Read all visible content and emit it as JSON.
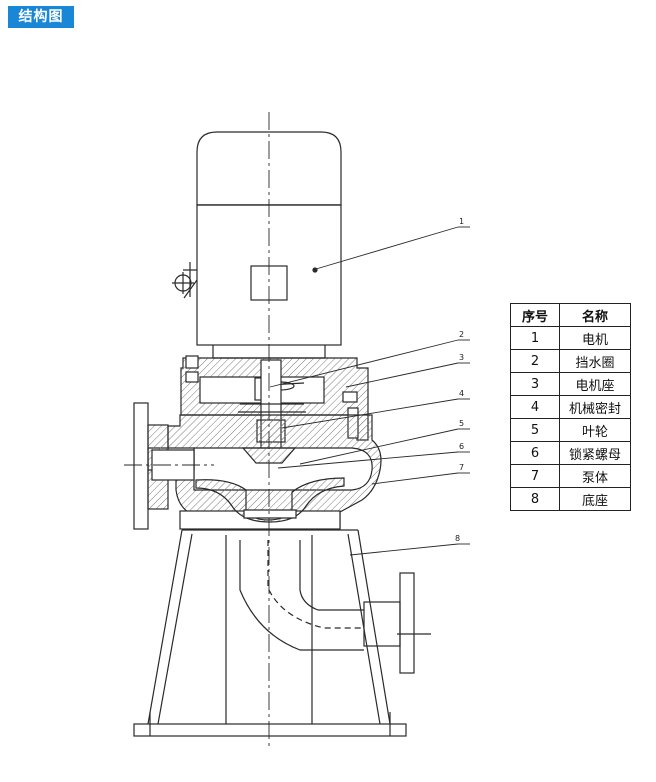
{
  "header": {
    "title": "结构图"
  },
  "colors": {
    "accent": "#1a86d6",
    "line": "#2a2a2a",
    "hatch": "#888888"
  },
  "callouts": [
    "1",
    "2",
    "3",
    "4",
    "5",
    "6",
    "7",
    "8"
  ],
  "parts_table": {
    "headers": [
      "序号",
      "名称"
    ],
    "rows": [
      [
        "1",
        "电机"
      ],
      [
        "2",
        "挡水圈"
      ],
      [
        "3",
        "电机座"
      ],
      [
        "4",
        "机械密封"
      ],
      [
        "5",
        "叶轮"
      ],
      [
        "6",
        "锁紧螺母"
      ],
      [
        "7",
        "泵体"
      ],
      [
        "8",
        "底座"
      ]
    ]
  }
}
